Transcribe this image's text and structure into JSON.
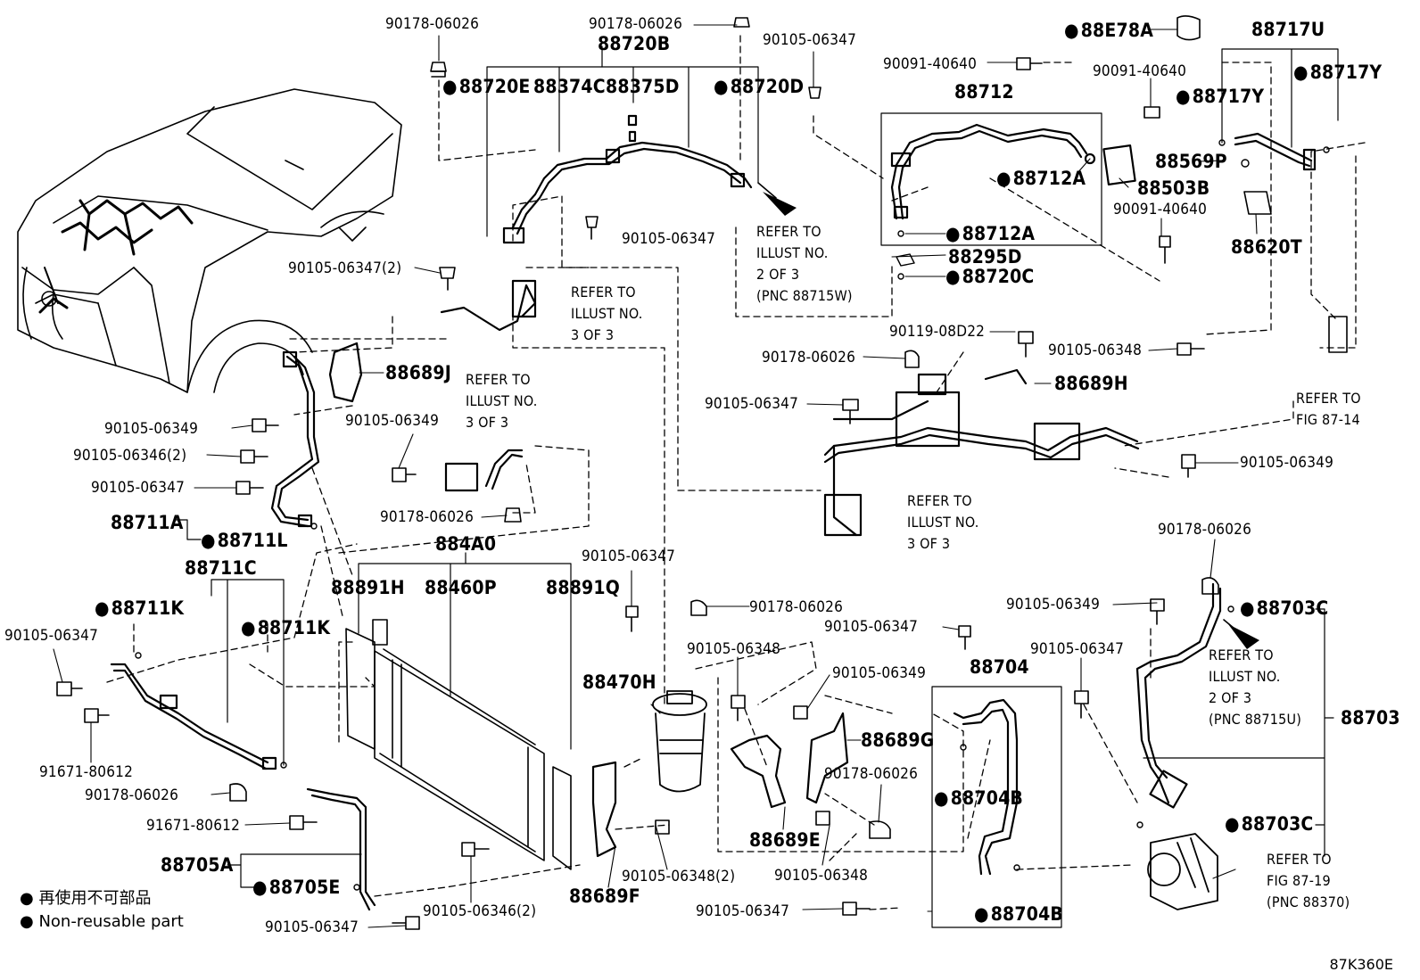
{
  "labels": {
    "l1": "90178-06026",
    "l2": "90178-06026",
    "l3": "88720B",
    "l4": "88720E",
    "l5": "88374C",
    "l6": "88375D",
    "l7": "88720D",
    "l8": "90105-06347",
    "l9": "90091-40640",
    "l10": "88712",
    "l11": "88E78A",
    "l12": "88717U",
    "l13": "88717Y",
    "l14": "90091-40640",
    "l15": "88717Y",
    "l16": "88712A",
    "l17": "88569P",
    "l18": "88503B",
    "l19": "90091-40640",
    "l20": "88712A",
    "l21": "88295D",
    "l22": "88720C",
    "l23": "88620T",
    "l24": "90105-06347",
    "l25": "90105-06347(2)",
    "l26": "88689J",
    "l27": "90105-06349",
    "l28": "90105-06349",
    "l29": "90105-06346(2)",
    "l30": "90105-06347",
    "l31": "88711A",
    "l32": "88711L",
    "l33": "90178-06026",
    "l34": "90119-08D22",
    "l35": "90178-06026",
    "l36": "88689H",
    "l37": "90105-06348",
    "l38": "90105-06347",
    "l39": "90105-06349",
    "l40": "884A0",
    "l41": "88711C",
    "l42": "88891H",
    "l43": "88460P",
    "l44": "88891Q",
    "l45": "90105-06347",
    "l46": "88711K",
    "l47": "88711K",
    "l48": "90105-06347",
    "l49": "90178-06026",
    "l50": "90105-06347",
    "l51": "90178-06026",
    "l52": "88703C",
    "l53": "90105-06349",
    "l54": "90105-06348",
    "l55": "90105-06349",
    "l56": "88704",
    "l57": "90105-06347",
    "l58": "88470H",
    "l59": "88689G",
    "l60": "88703",
    "l61": "91671-80612",
    "l62": "90178-06026",
    "l63": "88704B",
    "l64": "90178-06026",
    "l65": "91671-80612",
    "l66": "88689E",
    "l67": "88703C",
    "l68": "88705A",
    "l69": "88705E",
    "l70": "90105-06348(2)",
    "l71": "90105-06348",
    "l72": "90105-06346(2)",
    "l73": "88689F",
    "l74": "90105-06347",
    "l75": "88704B",
    "l76": "90105-06347"
  },
  "notes": {
    "n1": "REFER TO\nILLUST NO.\n2 OF 3\n(PNC 88715W)",
    "n2": "REFER TO\nILLUST NO.\n3 OF 3",
    "n3": "REFER TO\nILLUST NO.\n3 OF 3",
    "n4": "REFER TO\nFIG 87-14",
    "n5": "REFER TO\nILLUST NO.\n3 OF 3",
    "n6": "REFER TO\nILLUST NO.\n2 OF 3\n(PNC 88715U)",
    "n7": "REFER TO\nFIG 87-19\n(PNC 88370)"
  },
  "legend": {
    "line1": "再使用不可部品",
    "line2": "Non-reusable part"
  },
  "ref_code": "87K360E"
}
